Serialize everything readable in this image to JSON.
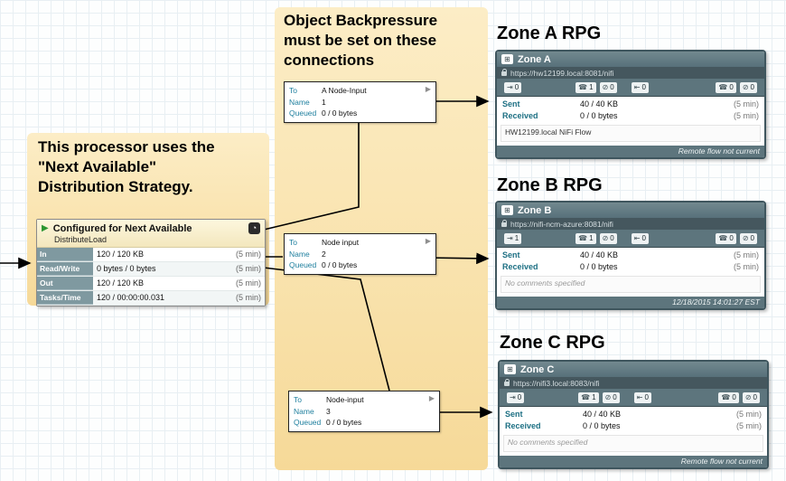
{
  "annotations": {
    "backpressure_note": "Object Backpressure\nmust be set on these\nconnections",
    "processor_note": "This processor uses the\n\"Next Available\"\nDistribution Strategy."
  },
  "processor": {
    "title": "Configured for Next Available",
    "type": "DistributeLoad",
    "stats": [
      {
        "label": "In",
        "value": "120 / 120 KB",
        "window": "(5 min)"
      },
      {
        "label": "Read/Write",
        "value": "0 bytes / 0 bytes",
        "window": "(5 min)"
      },
      {
        "label": "Out",
        "value": "120 / 120 KB",
        "window": "(5 min)"
      },
      {
        "label": "Tasks/Time",
        "value": "120 / 00:00:00.031",
        "window": "(5 min)"
      }
    ]
  },
  "connection_labels": {
    "to": "To",
    "name": "Name",
    "queued": "Queued"
  },
  "connections": [
    {
      "to": "A Node-Input",
      "name": "1",
      "queued": "0 / 0 bytes"
    },
    {
      "to": "Node input",
      "name": "2",
      "queued": "0 / 0 bytes"
    },
    {
      "to": "Node-input",
      "name": "3",
      "queued": "0 / 0 bytes"
    }
  ],
  "rpg_labels": {
    "sent": "Sent",
    "received": "Received"
  },
  "rpgs": [
    {
      "heading": "Zone A RPG",
      "title": "Zone A",
      "url": "https://hw12199.local:8081/nifi",
      "badges": [
        "0",
        "1",
        "0",
        "0",
        "0",
        "0"
      ],
      "sent_value": "40 / 40 KB",
      "sent_window": "(5 min)",
      "received_value": "0 / 0 bytes",
      "received_window": "(5 min)",
      "comment": "HW12199.local NiFi Flow",
      "footer": "Remote flow not current"
    },
    {
      "heading": "Zone B RPG",
      "title": "Zone B",
      "url": "https://nifi-ncm-azure:8081/nifi",
      "badges": [
        "1",
        "1",
        "0",
        "0",
        "0",
        "0"
      ],
      "sent_value": "40 / 40 KB",
      "sent_window": "(5 min)",
      "received_value": "0 / 0 bytes",
      "received_window": "(5 min)",
      "comment": "No comments specified",
      "footer": "12/18/2015 14:01:27 EST"
    },
    {
      "heading": "Zone C RPG",
      "title": "Zone C",
      "url": "https://nifi3.local:8083/nifi",
      "badges": [
        "0",
        "1",
        "0",
        "0",
        "0",
        "0"
      ],
      "sent_value": "40 / 40 KB",
      "sent_window": "(5 min)",
      "received_value": "0 / 0 bytes",
      "received_window": "(5 min)",
      "comment": "No comments specified",
      "footer": "Remote flow not current"
    }
  ],
  "icons": {
    "run-icon": "▶",
    "connection-arrow-icon": "▶",
    "remote-group-icon": "⊞",
    "clock-icon": "◔",
    "input-ports-icon": "⇥",
    "transmitting-icon": "☎",
    "not-transmitting-icon": "⊘",
    "output-ports-icon": "⇤"
  },
  "colors": {
    "highlight_yellow": "#f9e3ae",
    "rpg_header_teal": "#5d757d",
    "label_teal": "#1c6f83",
    "processor_header_cream": "#f9efc9",
    "run_green": "#2c9631"
  }
}
